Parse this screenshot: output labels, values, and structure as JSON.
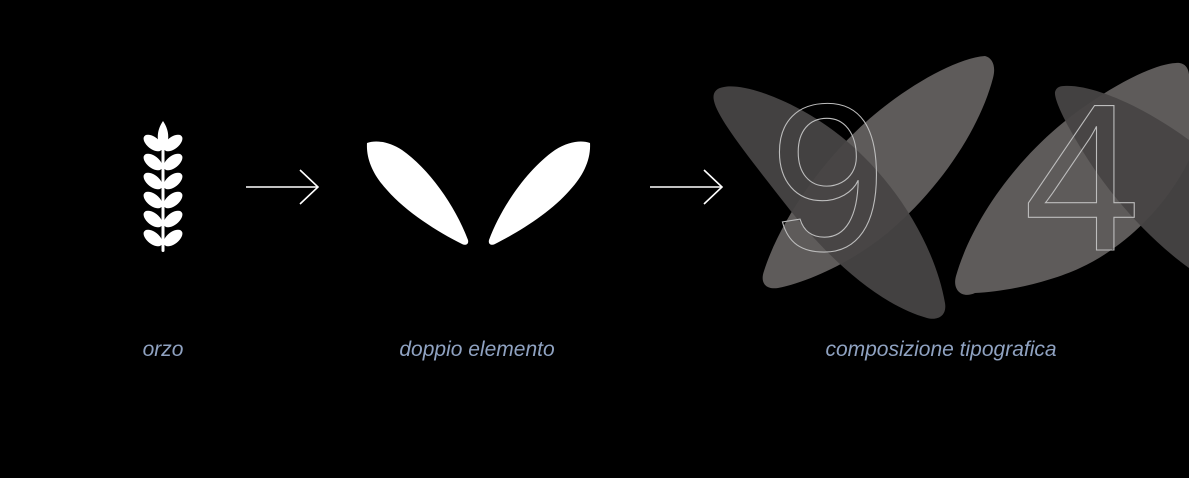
{
  "steps": [
    {
      "caption": "orzo",
      "icon": "wheat-ear-icon"
    },
    {
      "caption": "doppio elemento",
      "icon": "twin-leaves-icon"
    },
    {
      "caption": "composizione tipografica",
      "icon": "leaf-typographic-composition-icon"
    }
  ],
  "arrows": [
    "arrow-right-icon",
    "arrow-right-icon"
  ],
  "composition": {
    "digits": [
      "9",
      "4"
    ]
  },
  "colors": {
    "background": "#000000",
    "symbol": "#ffffff",
    "caption": "#8fa2c1",
    "leaf_light": "#5e5b5a",
    "leaf_dark": "#474544",
    "digit_outline": "#bdbdbd"
  }
}
